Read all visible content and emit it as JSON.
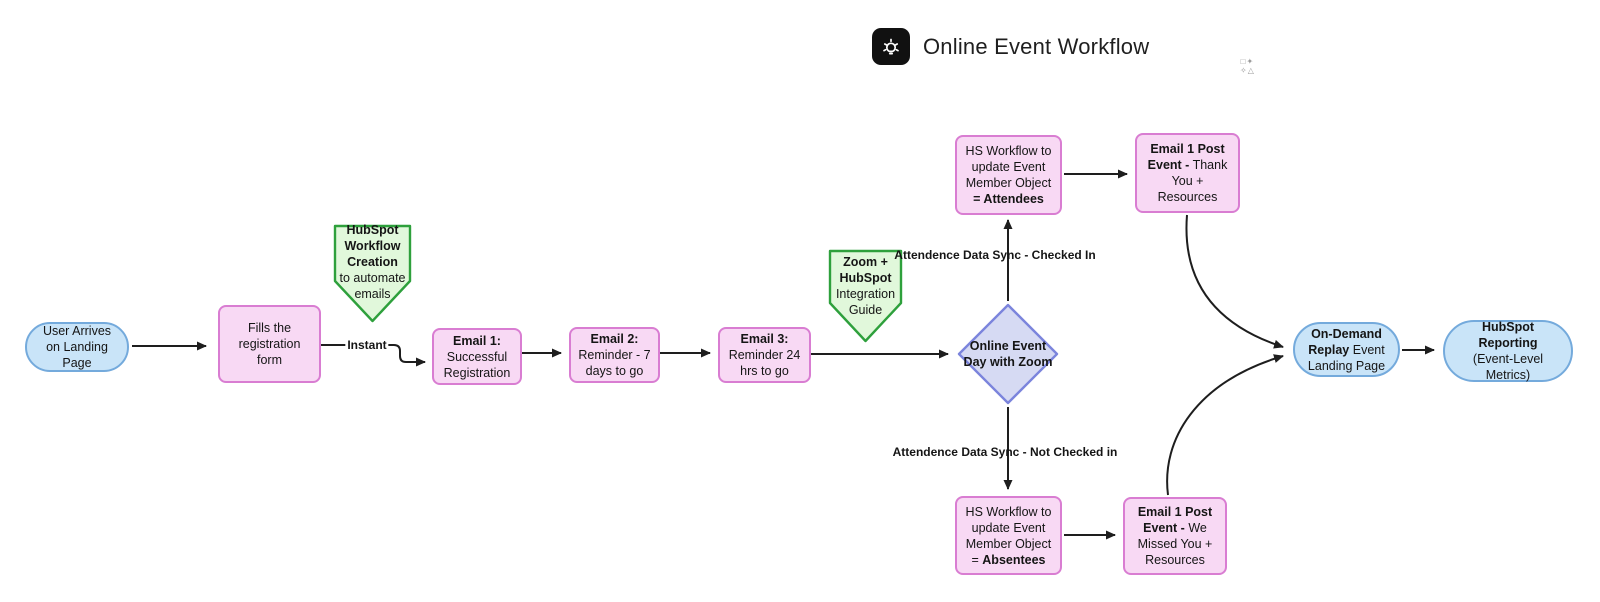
{
  "title": {
    "text": "Online Event Workflow",
    "icon": "lightbulb-icon"
  },
  "watermark": {
    "icon": "shapes-icon",
    "row1": "□✦",
    "row2": "✧△"
  },
  "colors": {
    "node_pink_fill": "#F8D9F4",
    "node_pink_border": "#D97DD2",
    "node_blue_fill": "#C9E4F8",
    "node_blue_border": "#74AADC",
    "node_green_fill": "#E1F8DB",
    "node_green_border": "#2EA03C",
    "node_purple_fill": "#D6DAF3",
    "node_purple_border": "#7B84DC",
    "connector": "#1e1e1e",
    "title_icon_bg": "#111111"
  },
  "nodes": {
    "user_arrives": {
      "text": "User Arrives on Landing Page"
    },
    "fills_form": {
      "text": "Fills the registration form"
    },
    "hubspot_workflow_creation": {
      "bold": "HubSpot Workflow Creation",
      "regular": "to automate emails"
    },
    "email1": {
      "bold": "Email 1:",
      "regular": "Successful Registration"
    },
    "email2": {
      "bold": "Email 2:",
      "regular": "Reminder - 7 days to go"
    },
    "email3": {
      "bold": "Email 3:",
      "regular": "Reminder 24 hrs to go"
    },
    "zoom_hubspot_guide": {
      "bold": "Zoom + HubSpot",
      "regular": "Integration Guide"
    },
    "event_day": {
      "text": "Online Event Day with Zoom"
    },
    "hs_workflow_attendees": {
      "regular": "HS Workflow to update Event Member Object",
      "bold": "= Attendees"
    },
    "email_post_thanks": {
      "bold": "Email 1 Post Event -",
      "regular": "Thank You + Resources"
    },
    "hs_workflow_absentees": {
      "regular": "HS Workflow to update Event Member Object =",
      "bold": "Absentees"
    },
    "email_post_missed": {
      "bold": "Email 1 Post Event -",
      "regular": "We Missed You + Resources"
    },
    "on_demand_replay": {
      "bold": "On-Demand Replay",
      "regular": "Event Landing Page"
    },
    "hubspot_reporting": {
      "bold": "HubSpot Reporting",
      "regular": "(Event-Level Metrics)"
    }
  },
  "edge_labels": {
    "instant": "Instant",
    "checked_in": "Attendence Data Sync - Checked In",
    "not_checked_in": "Attendence Data Sync - Not Checked in"
  }
}
